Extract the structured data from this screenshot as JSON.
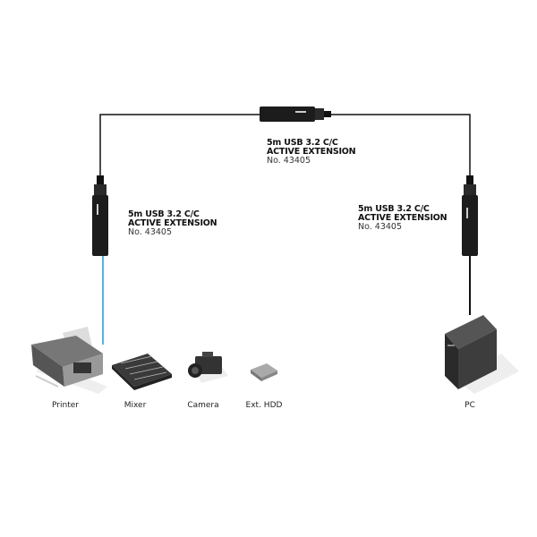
{
  "extensions": [
    {
      "line1": "5m USB 3.2 C/C",
      "line2": "ACTIVE EXTENSION",
      "number": "No. 43405"
    },
    {
      "line1": "5m USB 3.2 C/C",
      "line2": "ACTIVE EXTENSION",
      "number": "No. 43405"
    },
    {
      "line1": "5m USB 3.2 C/C",
      "line2": "ACTIVE EXTENSION",
      "number": "No. 43405"
    }
  ],
  "devices": [
    "Printer",
    "Mixer",
    "Camera",
    "Ext. HDD"
  ],
  "host": "PC",
  "colors": {
    "cable": "#111111",
    "usb_link": "#1a9ad6",
    "extender": "#1c1c1c"
  }
}
